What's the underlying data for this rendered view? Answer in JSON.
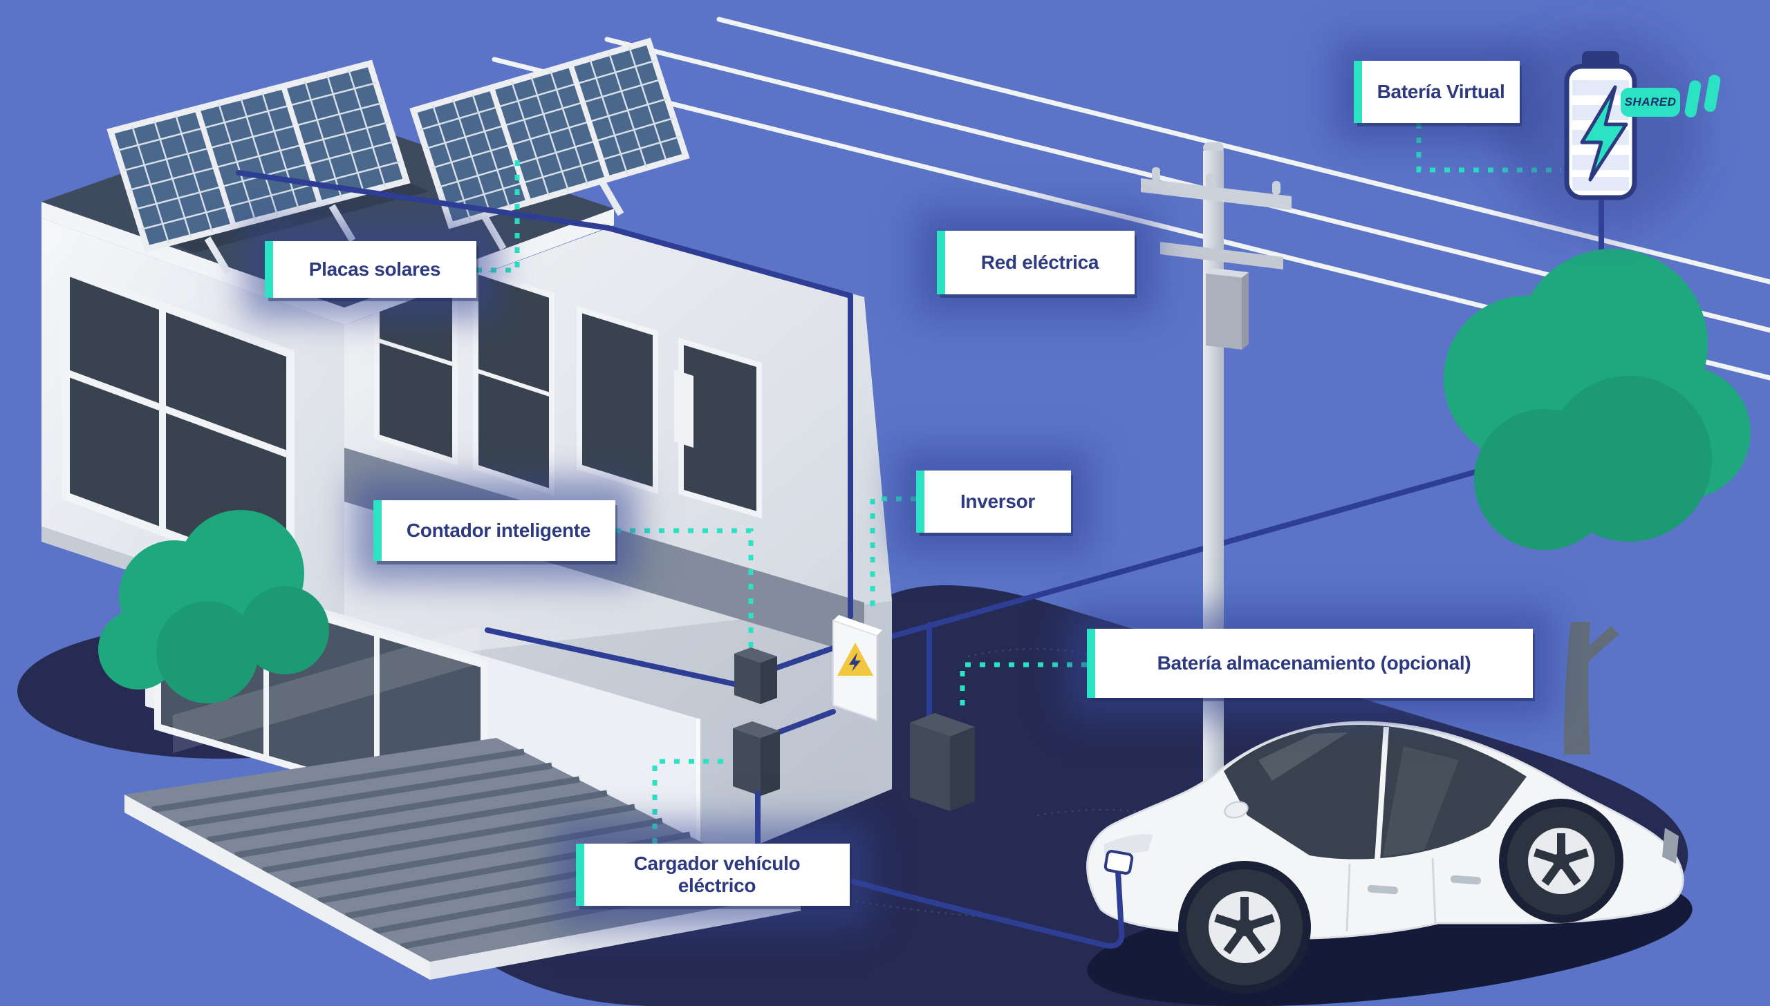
{
  "colors": {
    "bg": "#5b74c7",
    "accent": "#2be3c3",
    "label-text": "#2d3a80",
    "wire": "#2e3e94",
    "ground": "#262b54",
    "green": "#1fa87d",
    "white": "#ffffff"
  },
  "labels": {
    "placas_solares": "Placas solares",
    "red_electrica": "Red eléctrica",
    "bateria_virtual": "Batería Virtual",
    "contador_inteligente": "Contador inteligente",
    "inversor": "Inversor",
    "bateria_almacenamiento": "Batería almacenamiento (opcional)",
    "cargador_vehiculo": "Cargador vehículo eléctrico"
  },
  "badges": {
    "shared": "SHARED"
  }
}
